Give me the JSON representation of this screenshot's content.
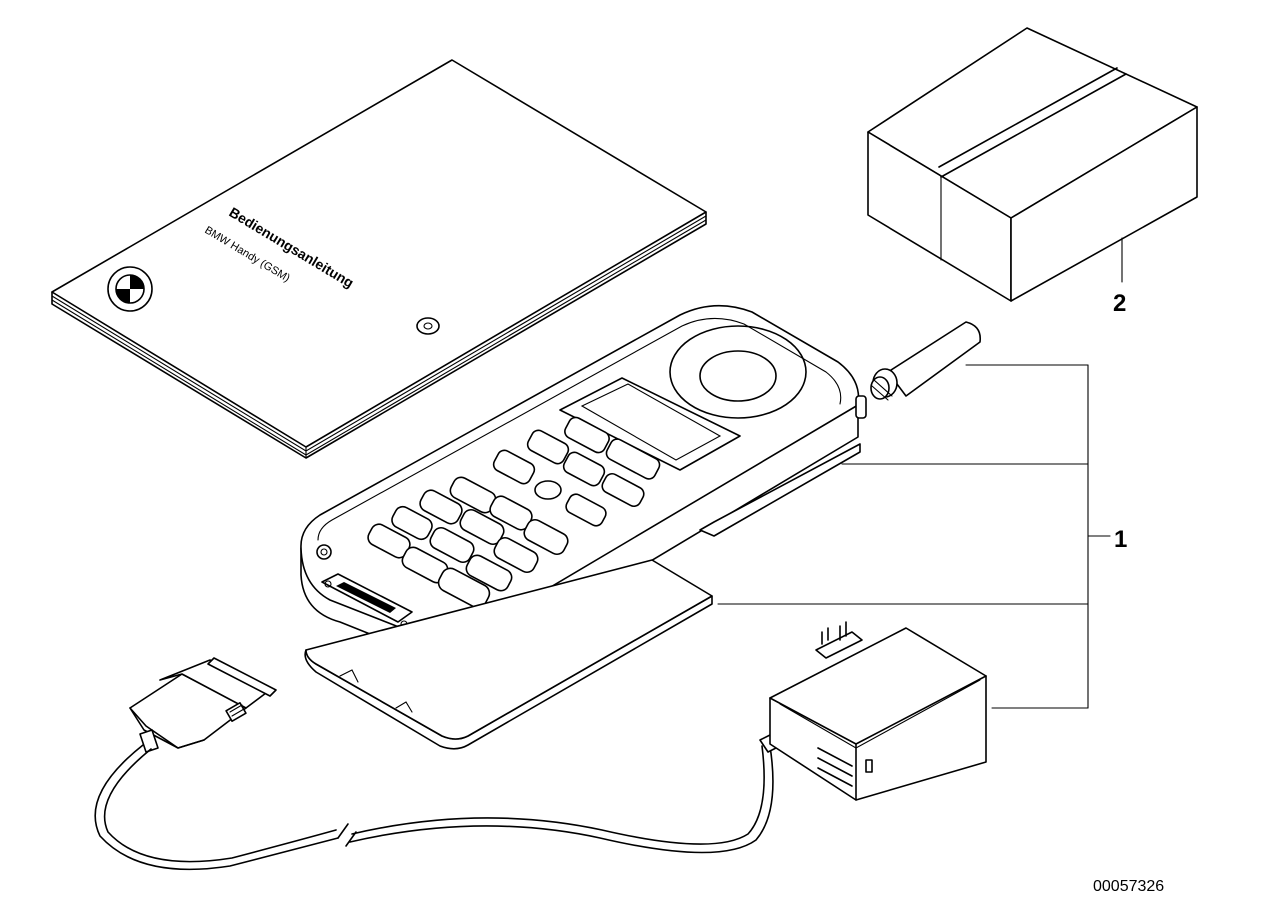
{
  "diagram": {
    "drawing_number": "00057326",
    "callouts": [
      {
        "id": "1",
        "label": "1"
      },
      {
        "id": "2",
        "label": "2"
      }
    ],
    "manual": {
      "title": "Bedienungsanleitung",
      "subtitle": "BMW Handy (GSM)"
    }
  }
}
